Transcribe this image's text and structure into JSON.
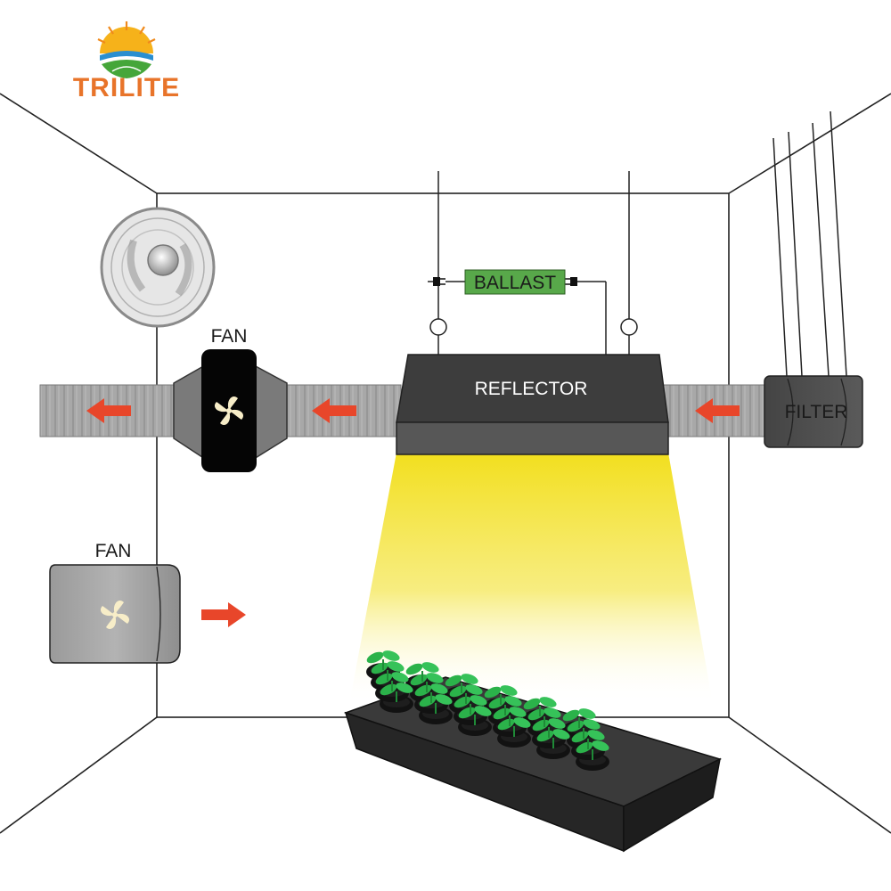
{
  "logo": {
    "wordmark": "TRILITE",
    "colors": {
      "wordmark": "#e8742a",
      "sun": "#f6b21a",
      "water": "#2a8fd0",
      "leaf": "#45a63a"
    }
  },
  "labels": {
    "fan_inline": "FAN",
    "fan_wall": "FAN",
    "ballast": "BALLAST",
    "reflector": "REFLECTOR",
    "filter": "FILTER"
  },
  "colors": {
    "duct": "#a9a9a9",
    "arrow": "#e8462a",
    "ballast": "#58a84a",
    "reflector_top": "#3f3f3f",
    "reflector_bottom": "#555555",
    "light": "#f3e13a",
    "tray": "#2f2f2f",
    "leaf": "#2bb24a"
  },
  "icons": [
    "oscillating-fan-icon",
    "inline-fan-icon",
    "wall-fan-icon",
    "plug-icon",
    "airflow-arrow-icon",
    "seedling-icon"
  ]
}
